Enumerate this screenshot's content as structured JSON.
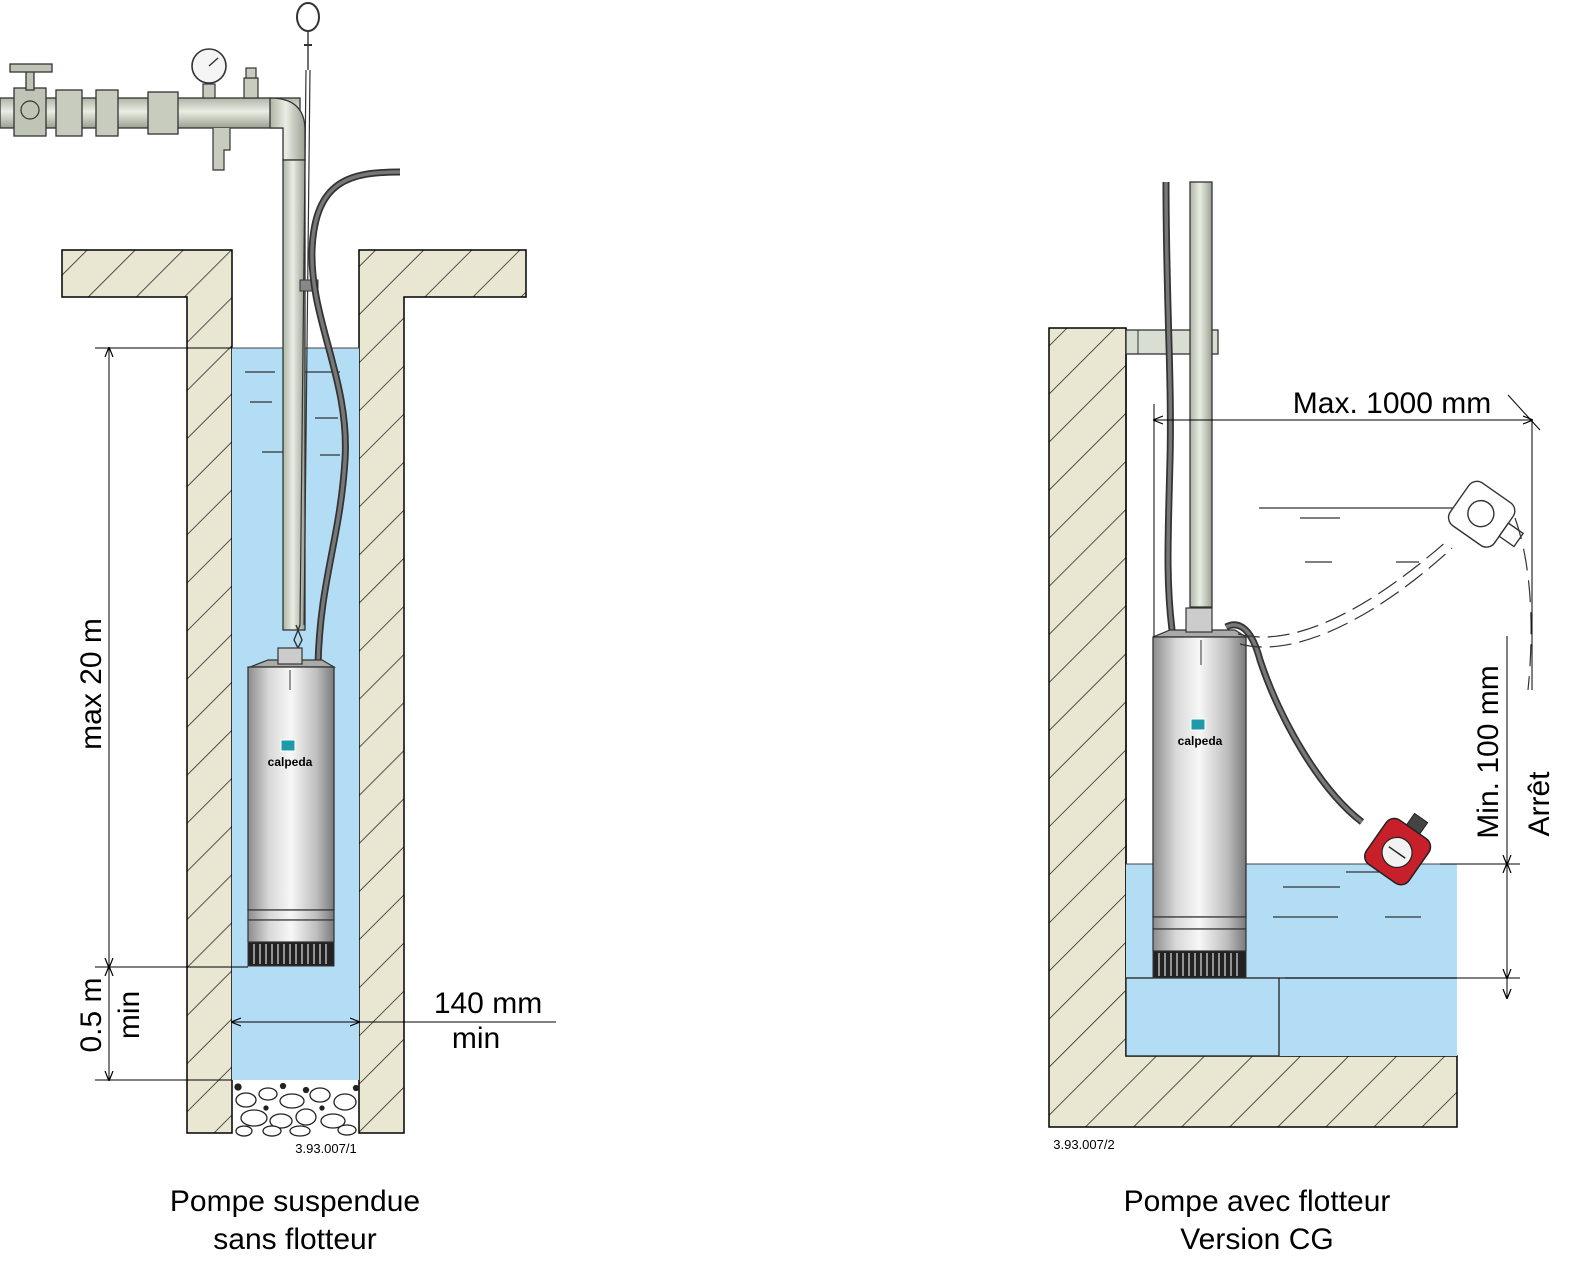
{
  "left_figure": {
    "dimension_height": "max 20 m",
    "dimension_bottom_value": "0.5 m",
    "dimension_bottom_qualifier": "min",
    "dimension_width_value": "140 mm",
    "dimension_width_qualifier": "min",
    "brand_label": "calpeda",
    "reference_code": "3.93.007/1",
    "caption_line1": "Pompe suspendue",
    "caption_line2": "sans flotteur"
  },
  "right_figure": {
    "dimension_max": "Max. 1000 mm",
    "dimension_min": "Min. 100 mm",
    "stop_label": "Arrêt",
    "brand_label": "calpeda",
    "reference_code": "3.93.007/2",
    "caption_line1": "Pompe avec flotteur",
    "caption_line2": "Version CG"
  },
  "colors": {
    "water": "#b3ddf4",
    "wall": "#e9e6d2",
    "pipe": "#d7ddd0",
    "float_red": "#c8202a",
    "brand_teal": "#1f9aa8"
  }
}
